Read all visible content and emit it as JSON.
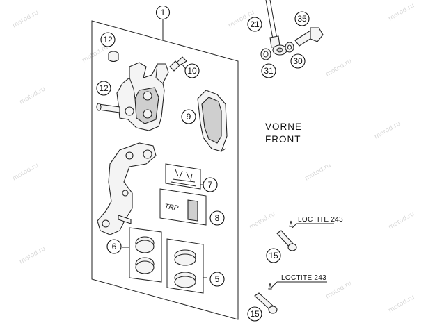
{
  "watermark": "motod.ru",
  "labels": {
    "front_de": "VORNE",
    "front_en": "FRONT",
    "loctite_1": "LOCTITE 243",
    "loctite_2": "LOCTITE 243"
  },
  "callouts": [
    "1",
    "12",
    "12",
    "10",
    "9",
    "7",
    "8",
    "6",
    "5",
    "21",
    "35",
    "31",
    "30",
    "15",
    "15"
  ],
  "pad_kit_logo_text": "TRP"
}
